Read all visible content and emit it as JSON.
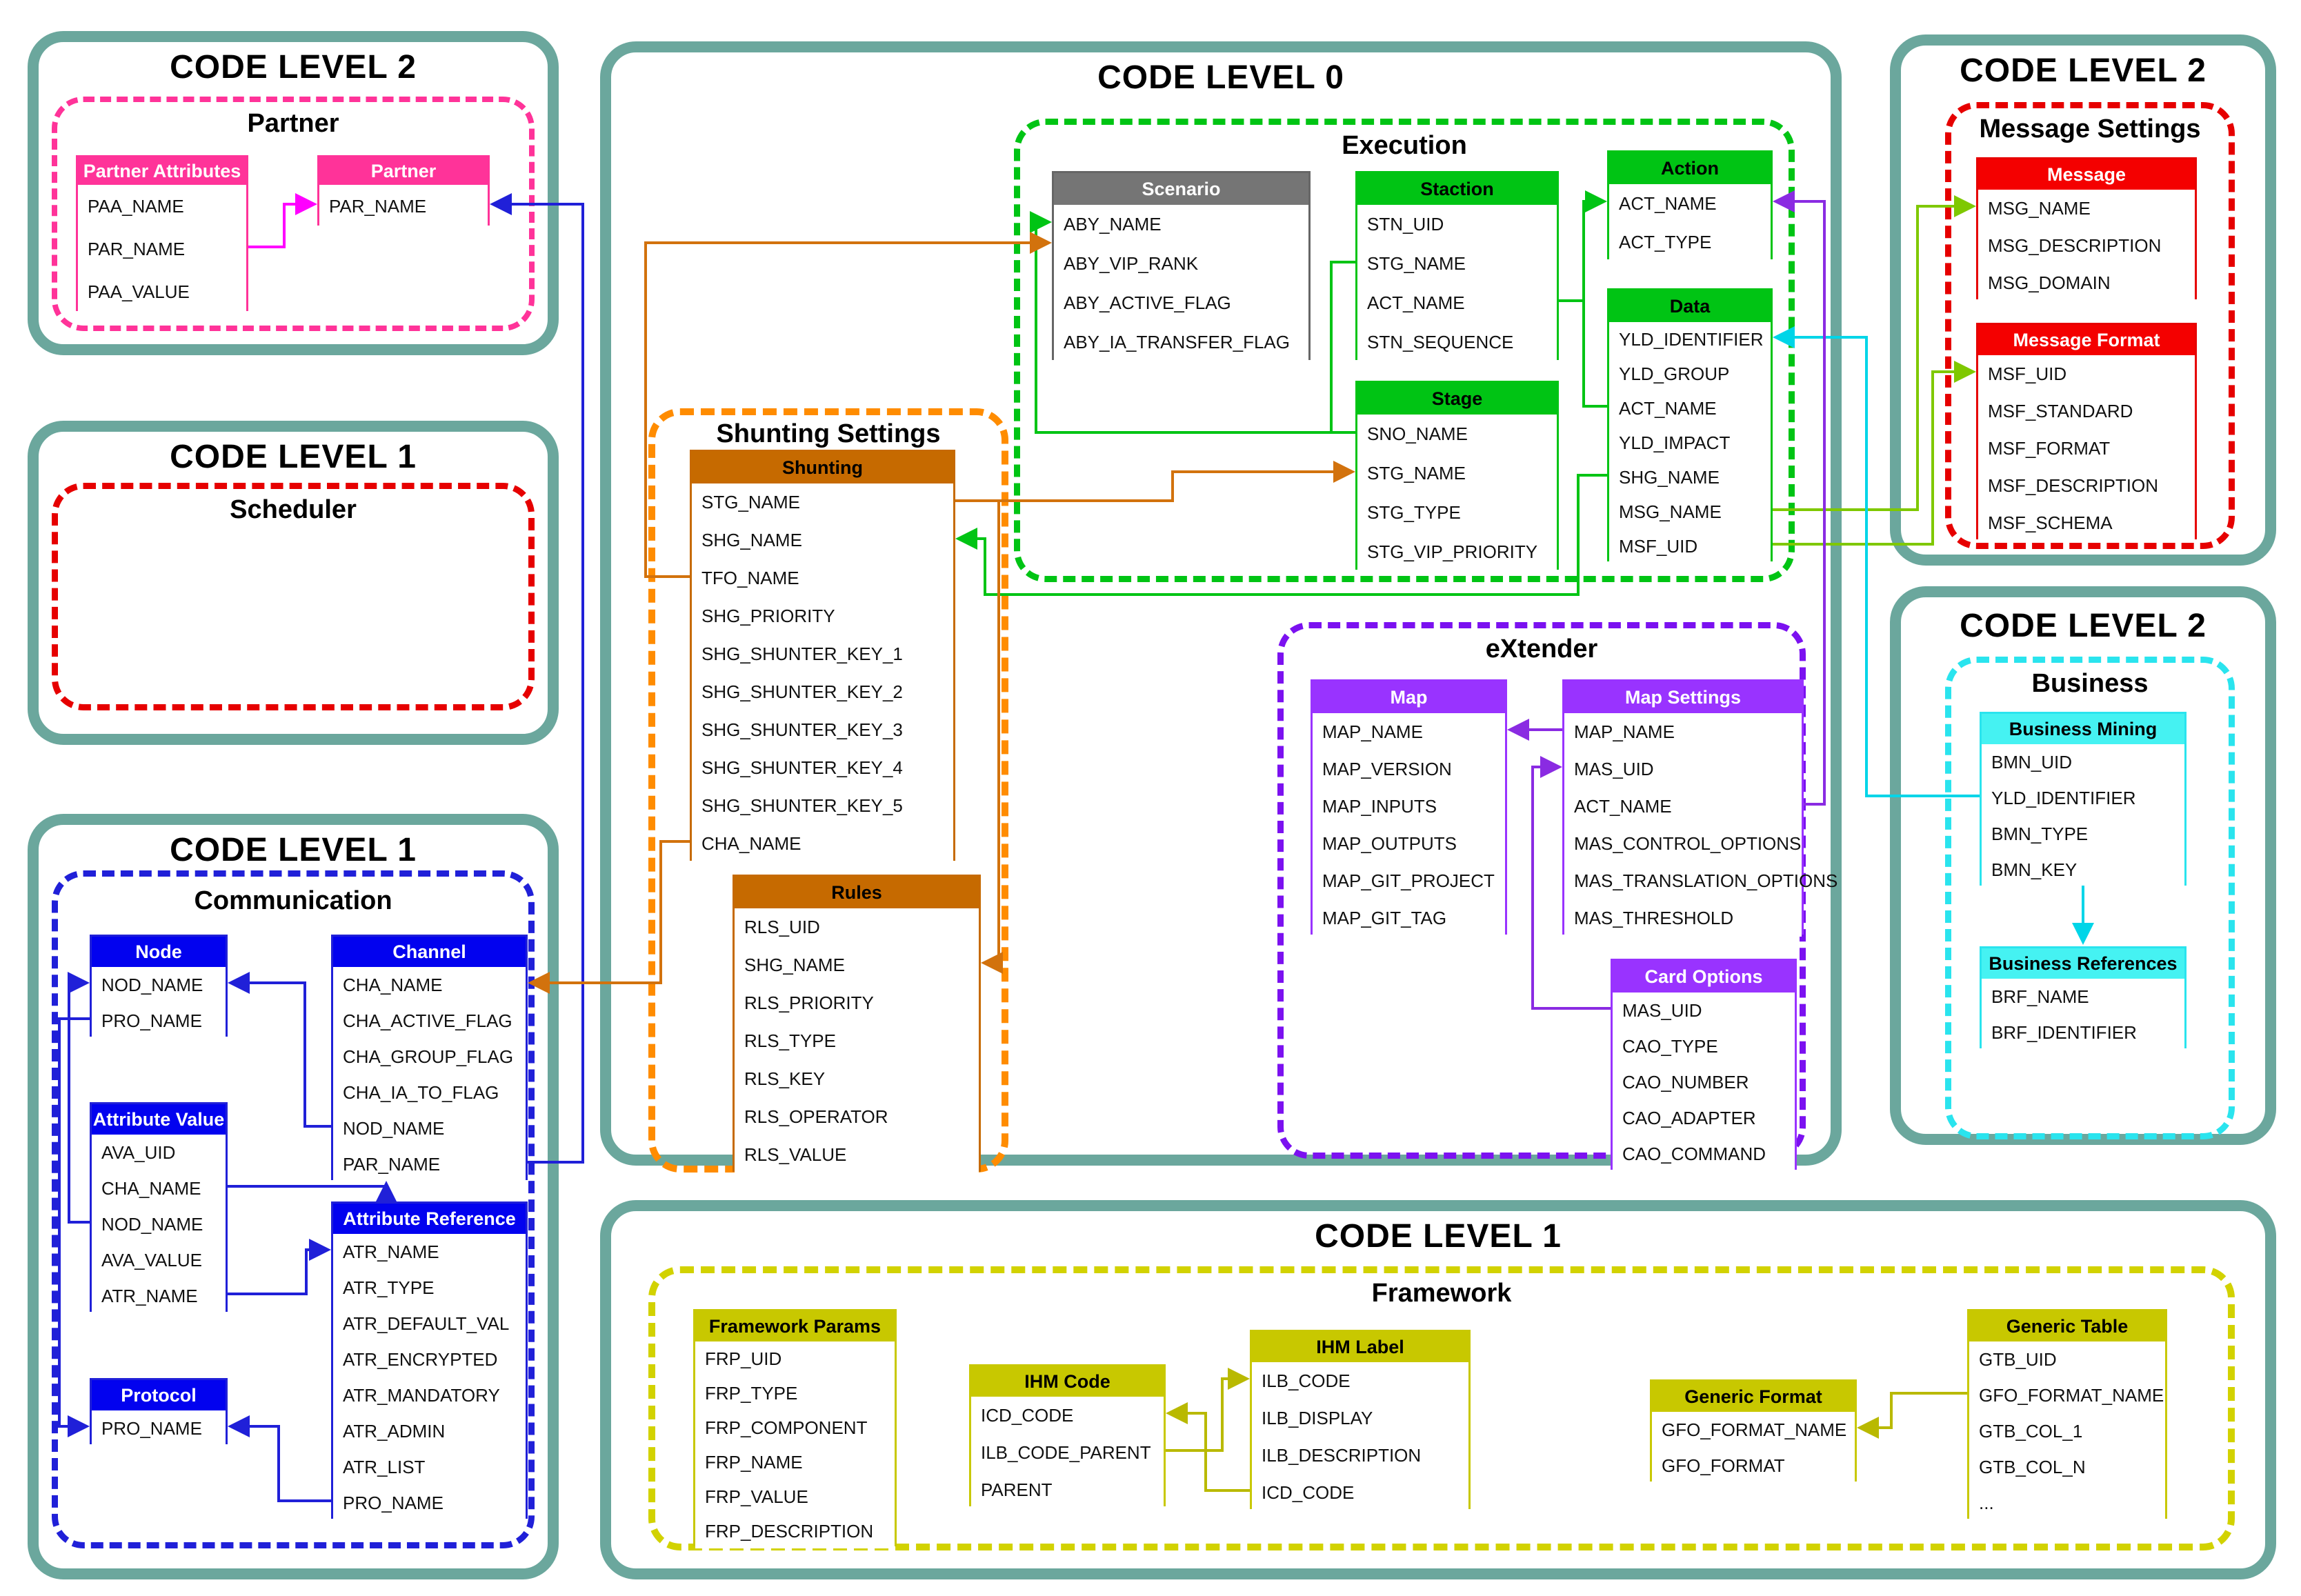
{
  "colors": {
    "teal": "#6BA79D",
    "pink": "#FF3399",
    "magenta": "#FF00FF",
    "red": "#E60000",
    "red_header": "#F40000",
    "blue": "#2020D8",
    "blue_header": "#0202EF",
    "green": "#00C414",
    "gray_header": "#757575",
    "orange_dashed": "#FF8C00",
    "orange_header": "#C66A00",
    "orange_line": "#D2720D",
    "purple_dashed": "#7B11F0",
    "purple_header": "#9933FF",
    "purple_line": "#8A2BE2",
    "cyan_dashed": "#2AE4EE",
    "cyan_header": "#45F2F2",
    "cyan_line": "#00D5E8",
    "apple": "#7FC800",
    "olive_header": "#C8C800",
    "olive_dashed": "#D2D200",
    "olive_line": "#B9B900"
  },
  "groups": {
    "partner_box": {
      "panel_title": "CODE LEVEL 2",
      "group_title": "Partner"
    },
    "scheduler_box": {
      "panel_title": "CODE LEVEL 1",
      "group_title": "Scheduler"
    },
    "comm_box": {
      "panel_title": "CODE LEVEL 1",
      "group_title": "Communication"
    },
    "level0_box": {
      "panel_title": "CODE LEVEL 0"
    },
    "execution": {
      "group_title": "Execution"
    },
    "shunting_grp": {
      "group_title": "Shunting Settings"
    },
    "extender": {
      "group_title": "eXtender"
    },
    "bottom_box": {
      "panel_title": "CODE LEVEL 1"
    },
    "framework": {
      "group_title": "Framework"
    },
    "message_box": {
      "panel_title": "CODE LEVEL 2",
      "group_title": "Message Settings"
    },
    "business_box": {
      "panel_title": "CODE LEVEL 2",
      "group_title": "Business"
    }
  },
  "tables": {
    "partner_attributes": {
      "title": "Partner Attributes",
      "fields": [
        "PAA_NAME",
        "PAR_NAME",
        "PAA_VALUE"
      ]
    },
    "partner": {
      "title": "Partner",
      "fields": [
        "PAR_NAME"
      ]
    },
    "node": {
      "title": "Node",
      "fields": [
        "NOD_NAME",
        "PRO_NAME"
      ]
    },
    "channel": {
      "title": "Channel",
      "fields": [
        "CHA_NAME",
        "CHA_ACTIVE_FLAG",
        "CHA_GROUP_FLAG",
        "CHA_IA_TO_FLAG",
        "NOD_NAME",
        "PAR_NAME"
      ]
    },
    "attribute_value": {
      "title": "Attribute Value",
      "fields": [
        "AVA_UID",
        "CHA_NAME",
        "NOD_NAME",
        "AVA_VALUE",
        "ATR_NAME"
      ]
    },
    "attribute_reference": {
      "title": "Attribute Reference",
      "fields": [
        "ATR_NAME",
        "ATR_TYPE",
        "ATR_DEFAULT_VAL",
        "ATR_ENCRYPTED",
        "ATR_MANDATORY",
        "ATR_ADMIN",
        "ATR_LIST",
        "PRO_NAME"
      ]
    },
    "protocol": {
      "title": "Protocol",
      "fields": [
        "PRO_NAME"
      ]
    },
    "scenario": {
      "title": "Scenario",
      "fields": [
        "ABY_NAME",
        "ABY_VIP_RANK",
        "ABY_ACTIVE_FLAG",
        "ABY_IA_TRANSFER_FLAG"
      ]
    },
    "staction": {
      "title": "Staction",
      "fields": [
        "STN_UID",
        "STG_NAME",
        "ACT_NAME",
        "STN_SEQUENCE"
      ]
    },
    "stage": {
      "title": "Stage",
      "fields": [
        "SNO_NAME",
        "STG_NAME",
        "STG_TYPE",
        "STG_VIP_PRIORITY"
      ]
    },
    "action": {
      "title": "Action",
      "fields": [
        "ACT_NAME",
        "ACT_TYPE"
      ]
    },
    "data": {
      "title": "Data",
      "fields": [
        "YLD_IDENTIFIER",
        "YLD_GROUP",
        "ACT_NAME",
        "YLD_IMPACT",
        "SHG_NAME",
        "MSG_NAME",
        "MSF_UID"
      ]
    },
    "shunting": {
      "title": "Shunting",
      "fields": [
        "STG_NAME",
        "SHG_NAME",
        "TFO_NAME",
        "SHG_PRIORITY",
        "SHG_SHUNTER_KEY_1",
        "SHG_SHUNTER_KEY_2",
        "SHG_SHUNTER_KEY_3",
        "SHG_SHUNTER_KEY_4",
        "SHG_SHUNTER_KEY_5",
        "CHA_NAME"
      ]
    },
    "rules": {
      "title": "Rules",
      "fields": [
        "RLS_UID",
        "SHG_NAME",
        "RLS_PRIORITY",
        "RLS_TYPE",
        "RLS_KEY",
        "RLS_OPERATOR",
        "RLS_VALUE"
      ]
    },
    "map": {
      "title": "Map",
      "fields": [
        "MAP_NAME",
        "MAP_VERSION",
        "MAP_INPUTS",
        "MAP_OUTPUTS",
        "MAP_GIT_PROJECT",
        "MAP_GIT_TAG"
      ]
    },
    "map_settings": {
      "title": "Map Settings",
      "fields": [
        "MAP_NAME",
        "MAS_UID",
        "ACT_NAME",
        "MAS_CONTROL_OPTIONS",
        "MAS_TRANSLATION_OPTIONS",
        "MAS_THRESHOLD"
      ]
    },
    "card_options": {
      "title": "Card Options",
      "fields": [
        "MAS_UID",
        "CAO_TYPE",
        "CAO_NUMBER",
        "CAO_ADAPTER",
        "CAO_COMMAND"
      ]
    },
    "message": {
      "title": "Message",
      "fields": [
        "MSG_NAME",
        "MSG_DESCRIPTION",
        "MSG_DOMAIN"
      ]
    },
    "message_format": {
      "title": "Message Format",
      "fields": [
        "MSF_UID",
        "MSF_STANDARD",
        "MSF_FORMAT",
        "MSF_DESCRIPTION",
        "MSF_SCHEMA"
      ]
    },
    "business_mining": {
      "title": "Business Mining",
      "fields": [
        "BMN_UID",
        "YLD_IDENTIFIER",
        "BMN_TYPE",
        "BMN_KEY"
      ]
    },
    "business_references": {
      "title": "Business References",
      "fields": [
        "BRF_NAME",
        "BRF_IDENTIFIER"
      ]
    },
    "framework_params": {
      "title": "Framework Params",
      "fields": [
        "FRP_UID",
        "FRP_TYPE",
        "FRP_COMPONENT",
        "FRP_NAME",
        "FRP_VALUE",
        "FRP_DESCRIPTION"
      ]
    },
    "ihm_code": {
      "title": "IHM Code",
      "fields": [
        "ICD_CODE",
        "ILB_CODE_PARENT",
        "PARENT"
      ]
    },
    "ihm_label": {
      "title": "IHM Label",
      "fields": [
        "ILB_CODE",
        "ILB_DISPLAY",
        "ILB_DESCRIPTION",
        "ICD_CODE"
      ]
    },
    "generic_format": {
      "title": "Generic Format",
      "fields": [
        "GFO_FORMAT_NAME",
        "GFO_FORMAT"
      ]
    },
    "generic_table": {
      "title": "Generic Table",
      "fields": [
        "GTB_UID",
        "GFO_FORMAT_NAME",
        "GTB_COL_1",
        "GTB_COL_N",
        "..."
      ]
    }
  },
  "connections": [
    {
      "id": "av_to_node",
      "from": "attribute_value.NOD_NAME",
      "to": "node.NOD_NAME",
      "color_key": "blue"
    },
    {
      "id": "node_to_protocol",
      "from": "node.PRO_NAME",
      "to": "protocol.PRO_NAME",
      "color_key": "blue"
    },
    {
      "id": "channel_to_node",
      "from": "channel.NOD_NAME",
      "to": "node.NOD_NAME",
      "color_key": "blue"
    },
    {
      "id": "av_to_channel",
      "from": "attribute_value.CHA_NAME",
      "to": "channel.CHA_NAME",
      "color_key": "blue"
    },
    {
      "id": "av_to_attrref",
      "from": "attribute_value.ATR_NAME",
      "to": "attribute_reference.ATR_NAME",
      "color_key": "blue"
    },
    {
      "id": "attrref_to_protocol",
      "from": "attribute_reference.PRO_NAME",
      "to": "protocol.PRO_NAME",
      "color_key": "blue"
    },
    {
      "id": "channel_to_partner",
      "from": "channel.PAR_NAME",
      "to": "partner.PAR_NAME",
      "color_key": "blue"
    },
    {
      "id": "attrs_to_partner",
      "from": "partner_attributes.PAR_NAME",
      "to": "partner.PAR_NAME",
      "color_key": "magenta"
    },
    {
      "id": "stage_to_scenario",
      "from": "stage.SNO_NAME",
      "to": "scenario.ABY_NAME",
      "color_key": "green"
    },
    {
      "id": "staction_join_stage",
      "from": "staction.STG_NAME",
      "to": "stage.SNO_NAME",
      "color_key": "green"
    },
    {
      "id": "staction_to_action",
      "from": "staction.ACT_NAME",
      "to": "action.ACT_NAME",
      "color_key": "green"
    },
    {
      "id": "data_join_action",
      "from": "data.ACT_NAME",
      "to": "action.ACT_NAME",
      "color_key": "green"
    },
    {
      "id": "data_to_shunting",
      "from": "data.SHG_NAME",
      "to": "shunting.SHG_NAME",
      "color_key": "green"
    },
    {
      "id": "data_to_message",
      "from": "data.MSG_NAME",
      "to": "message.MSG_NAME",
      "color_key": "apple"
    },
    {
      "id": "data_to_message_format",
      "from": "data.MSF_UID",
      "to": "message_format.MSF_UID",
      "color_key": "apple"
    },
    {
      "id": "mining_to_data",
      "from": "business_mining.YLD_IDENTIFIER",
      "to": "data.YLD_IDENTIFIER",
      "color_key": "cyan_line"
    },
    {
      "id": "mining_to_references",
      "from": "business_mining",
      "to": "business_references",
      "color_key": "cyan_line"
    },
    {
      "id": "settings_to_map",
      "from": "map_settings.MAP_NAME",
      "to": "map.MAP_NAME",
      "color_key": "purple_line"
    },
    {
      "id": "cards_to_settings",
      "from": "card_options.MAS_UID",
      "to": "map_settings.MAS_UID",
      "color_key": "purple_line"
    },
    {
      "id": "settings_to_action",
      "from": "map_settings.ACT_NAME",
      "to": "action.ACT_NAME",
      "color_key": "purple_line"
    },
    {
      "id": "shunting_to_scenario",
      "from": "shunting.TFO_NAME",
      "to": "scenario.ABY_NAME",
      "color_key": "orange_line"
    },
    {
      "id": "shunting_to_rules",
      "from": "shunting.STG_NAME",
      "to": "rules.SHG_NAME",
      "color_key": "orange_line"
    },
    {
      "id": "shunting_to_stage",
      "from": "shunting.STG_NAME",
      "to": "stage.STG_NAME",
      "color_key": "orange_line"
    },
    {
      "id": "shunting_to_channel",
      "from": "shunting.CHA_NAME",
      "to": "channel.CHA_NAME",
      "color_key": "orange_line"
    },
    {
      "id": "label_to_code",
      "from": "ihm_label.ICD_CODE",
      "to": "ihm_code.ICD_CODE",
      "color_key": "olive_line"
    },
    {
      "id": "code_to_label",
      "from": "ihm_code.ILB_CODE_PARENT",
      "to": "ihm_label.ILB_CODE",
      "color_key": "olive_line"
    },
    {
      "id": "table_to_format",
      "from": "generic_table.GFO_FORMAT_NAME",
      "to": "generic_format.GFO_FORMAT_NAME",
      "color_key": "olive_line"
    }
  ]
}
